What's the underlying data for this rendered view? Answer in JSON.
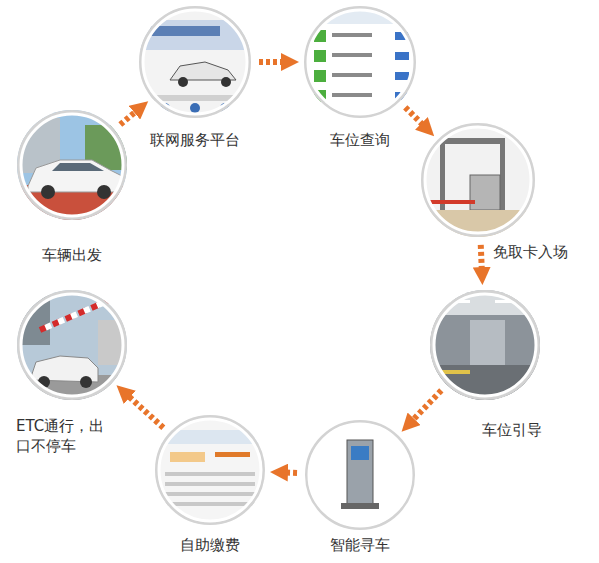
{
  "diagram": {
    "nodes": [
      {
        "text": [
          "车辆出发"
        ]
      },
      {
        "text": [
          "联网服务平台"
        ]
      },
      {
        "text": [
          "车位查询"
        ]
      },
      {
        "text": [
          "免取卡入场"
        ]
      },
      {
        "text": [
          "车位引导"
        ]
      },
      {
        "text": [
          "智能寻车"
        ]
      },
      {
        "text": [
          "自助缴费"
        ]
      },
      {
        "text": [
          "ETC通行，出 口不停车"
        ]
      }
    ],
    "edges": [
      {
        "from": 0,
        "to": 1,
        "arrow": "to"
      },
      {
        "from": 1,
        "to": 2,
        "arrow": "to"
      },
      {
        "from": 2,
        "to": 3,
        "arrow": "to"
      },
      {
        "from": 3,
        "to": 4,
        "arrow": "to"
      },
      {
        "from": 4,
        "to": 5,
        "arrow": "to"
      },
      {
        "from": 5,
        "to": 6,
        "arrow": "to"
      },
      {
        "from": 6,
        "to": 7,
        "arrow": "to"
      }
    ]
  }
}
